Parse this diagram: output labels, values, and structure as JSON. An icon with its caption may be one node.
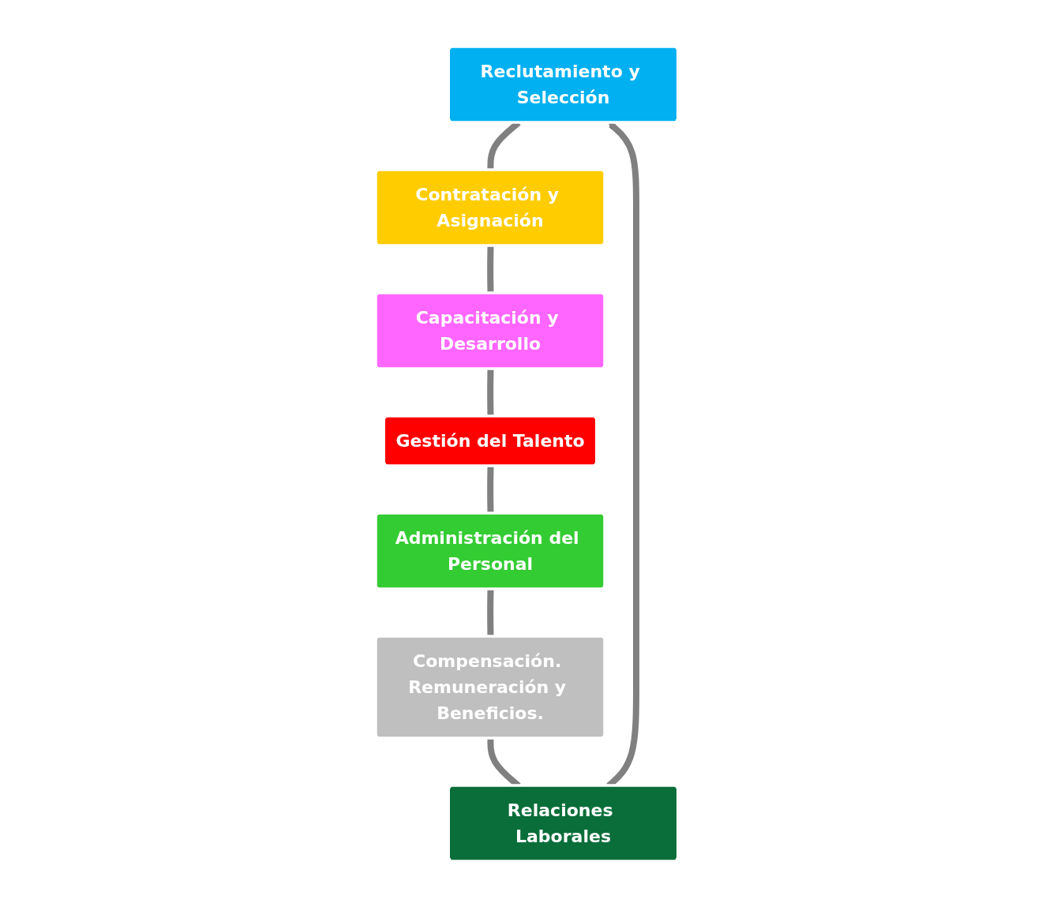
{
  "diagram": {
    "nodes": [
      {
        "text": [
          "Reclutamiento y Selección"
        ]
      },
      {
        "text": [
          "Contratación y Asignación"
        ]
      },
      {
        "text": [
          "Capacitación y Desarrollo"
        ]
      },
      {
        "text": [
          "Gestión del Talento"
        ]
      },
      {
        "text": [
          "Administración del Personal"
        ]
      },
      {
        "text": [
          "Compensación. Remuneración y Beneficios."
        ]
      },
      {
        "text": [
          "Relaciones Laborales"
        ]
      }
    ],
    "edges": [
      {
        "from": 0,
        "to": 1,
        "arrow": "none"
      },
      {
        "from": 1,
        "to": 2,
        "arrow": "none"
      },
      {
        "from": 2,
        "to": 3,
        "arrow": "none"
      },
      {
        "from": 3,
        "to": 4,
        "arrow": "none"
      },
      {
        "from": 4,
        "to": 5,
        "arrow": "none"
      },
      {
        "from": 5,
        "to": 6,
        "arrow": "none"
      },
      {
        "from": 6,
        "to": 0,
        "arrow": "to"
      }
    ]
  }
}
